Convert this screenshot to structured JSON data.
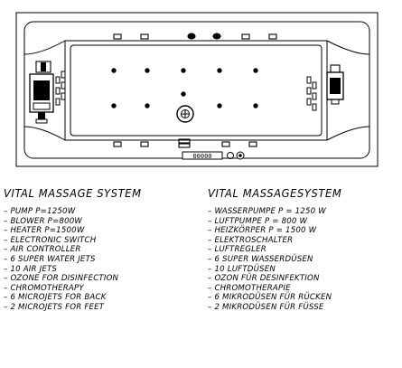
{
  "drawing": {
    "stroke_color": "#000000",
    "control_panel_display": "00000"
  },
  "english": {
    "title": "VITAL MASSAGE SYSTEM",
    "items": [
      "PUMP P=1250W",
      "BLOWER P=800W",
      "HEATER P=1500W",
      "ELECTRONIC SWITCH",
      "AIR CONTROLLER",
      "6 SUPER WATER JETS",
      "10 AIR JETS",
      "OZONE FOR DISINFECTION",
      "CHROMOTHERAPY",
      "6 MICROJETS FOR BACK",
      "2 MICROJETS FOR FEET"
    ]
  },
  "german": {
    "title": "VITAL MASSAGESYSTEM",
    "items": [
      "WASSERPUMPE P = 1250 W",
      "LUFTPUMPE P = 800 W",
      "HEIZKÖRPER P = 1500 W",
      "ELEKTROSCHALTER",
      "LUFTREGLER",
      "6 SUPER WASSERDÜSEN",
      "10 LUFTDÜSEN",
      "OZON FÜR DESINFEKTION",
      "CHROMOTHERAPIE",
      "6 MIKRODÜSEN FÜR RÜCKEN",
      "2 MIKRODÜSEN FÜR FÜSSE"
    ]
  }
}
